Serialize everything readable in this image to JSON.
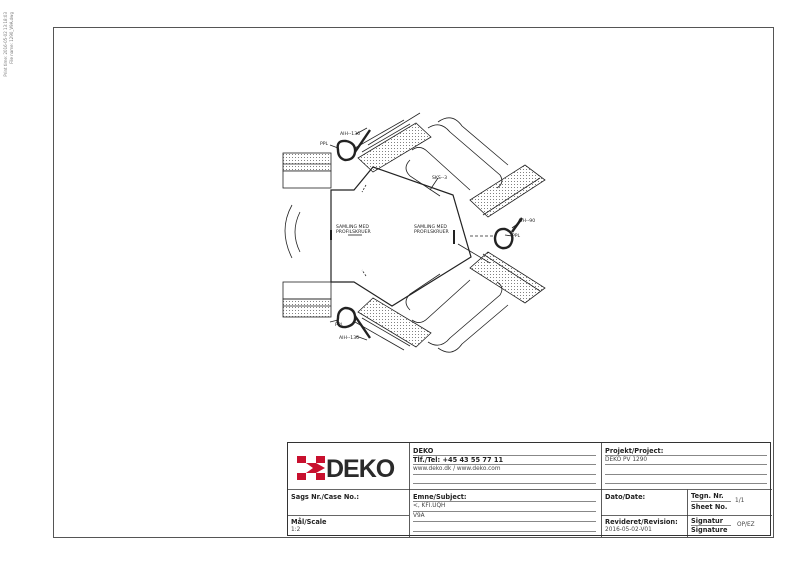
{
  "print_meta": {
    "print_time": "Print time: 2016-05-02 13:18:03",
    "file_name": "File name: 1290_V9A.dwg"
  },
  "drawing_labels": {
    "aih_136_top": "AIH--136",
    "ppl_top": "PPL",
    "sks_3": "SKS--3",
    "samling_left_1": "SAMLING MED",
    "samling_left_2": "PROFILSKRUER",
    "samling_center_1": "SAMLING MED",
    "samling_center_2": "PROFILSKRUER",
    "aih_90": "AIH--90",
    "ppl_right": "PPL",
    "ppl_bottom": "PPL",
    "aih_136_bottom": "AIH--136"
  },
  "title_block": {
    "logo": "DEKO",
    "company_name": "DEKO",
    "phone": "Tlf./Tel: +45 43 55 77 11",
    "web": "www.deko.dk / www.deko.com",
    "project_label": "Projekt/Project:",
    "project_value": "DEKO PV 1290",
    "case_label": "Sags Nr./Case No.:",
    "case_value": "",
    "subject_label": "Emne/Subject:",
    "subject_value": "<, KFI.UQH",
    "subject_value2": "V9A",
    "date_label": "Dato/Date:",
    "date_value": "",
    "sheet_label_1": "Tegn. Nr.",
    "sheet_label_2": "Sheet No.",
    "sheet_value": "1/1",
    "scale_label": "Mål/Scale",
    "scale_value": "1:2",
    "revision_label": "Revideret/Revision:",
    "revision_value": "2016-05-02-V01",
    "signature_label_1": "Signatur",
    "signature_label_2": "Signature",
    "signature_value": "OP/EZ"
  },
  "colors": {
    "logo_red": "#c8102e",
    "line": "#222222"
  }
}
